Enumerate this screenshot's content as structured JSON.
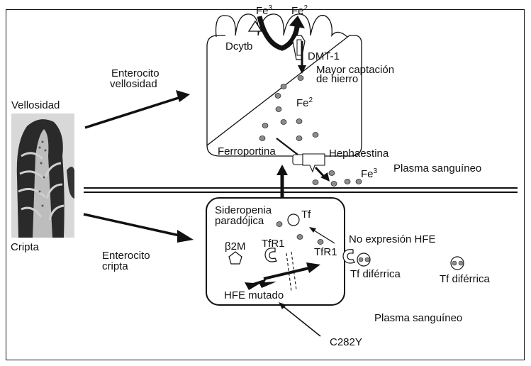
{
  "figure": {
    "left_panel": {
      "villus_label": "Vellosidad",
      "crypt_label": "Cripta",
      "image_name": "micrografia-vellosidad-intestinal"
    },
    "villus_enterocyte": {
      "label_line1": "Enterocito",
      "label_line2": "vellosidad",
      "fe3_top": "Fe",
      "fe3_top_sup": "3",
      "fe2_top": "Fe",
      "fe2_top_sup": "2",
      "dcytb": "Dcytb",
      "dmt1": "DMT-1",
      "uptake_line1": "Mayor captación",
      "uptake_line2": "de hierro",
      "fe2_inside": "Fe",
      "fe2_inside_sup": "2",
      "ferroportin": "Ferroportina",
      "hephaestin": "Hephaestina",
      "plasma": "Plasma sanguíneo",
      "fe3_plasma": "Fe",
      "fe3_plasma_sup": "3"
    },
    "crypt_enterocyte": {
      "label_line1": "Enterocito",
      "label_line2": "cripta",
      "sideropenia_line1": "Sideropenia",
      "sideropenia_line2": "paradójica",
      "tf": "Tf",
      "b2m": "β2M",
      "tfr1_inner": "TfR1",
      "tfr1_membrane": "TfR1",
      "hfe_mutated": "HFE mutado",
      "no_hfe": "No expresión HFE",
      "tf_diferric_1": "Tf diférrica",
      "tf_diferric_2": "Tf diférrica",
      "plasma": "Plasma sanguíneo",
      "mutation": "C282Y"
    },
    "colors": {
      "line": "#111111",
      "iron_dot_fill": "#8c8c8c",
      "background": "#ffffff"
    }
  }
}
